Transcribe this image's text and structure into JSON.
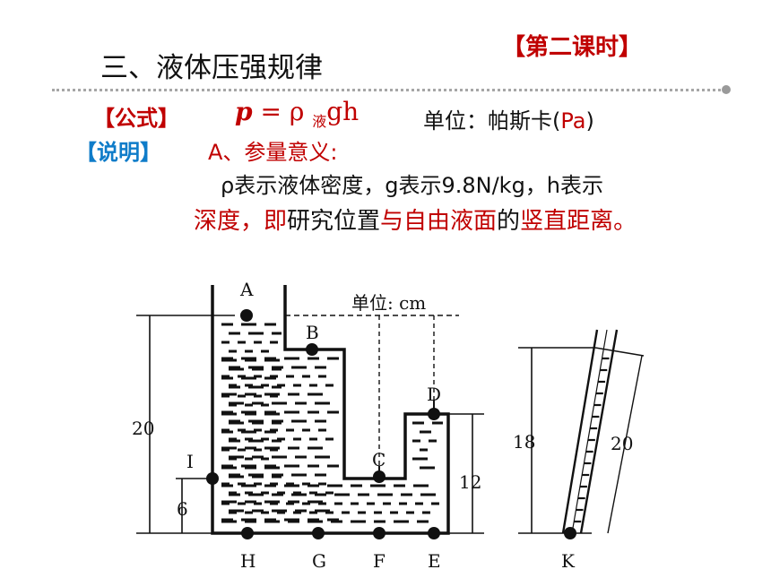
{
  "slide": {
    "title": "三、液体压强规律",
    "lesson_tag": "【第二课时】",
    "formula_tag": "【公式】",
    "formula_p": "p",
    "formula_eq": " = ρ ",
    "formula_sub": "液",
    "formula_gh": "gh",
    "unit_label": "单位：帕斯卡(",
    "unit_symbol": "Pa",
    "unit_close": ")",
    "note_tag": "【说明】",
    "point_a": "A、参量意义:",
    "line1": "ρ表示液体密度，g表示9.8N/kg，h表示",
    "line2_parts": [
      "深度，即",
      "研究位置",
      "与自由液面",
      "的",
      "竖直距离。"
    ]
  },
  "figure": {
    "unit_label": "单位: cm",
    "points": [
      "A",
      "B",
      "C",
      "D",
      "I",
      "H",
      "G",
      "F",
      "E",
      "K"
    ],
    "dim_left": "20",
    "dim_i": "6",
    "dim_right": "12",
    "dim_tube_vertical": "18",
    "dim_tube_slant": "20"
  },
  "colors": {
    "red": "#c00000",
    "blue": "#0f7cc9",
    "divider": "#a6a6a6"
  }
}
